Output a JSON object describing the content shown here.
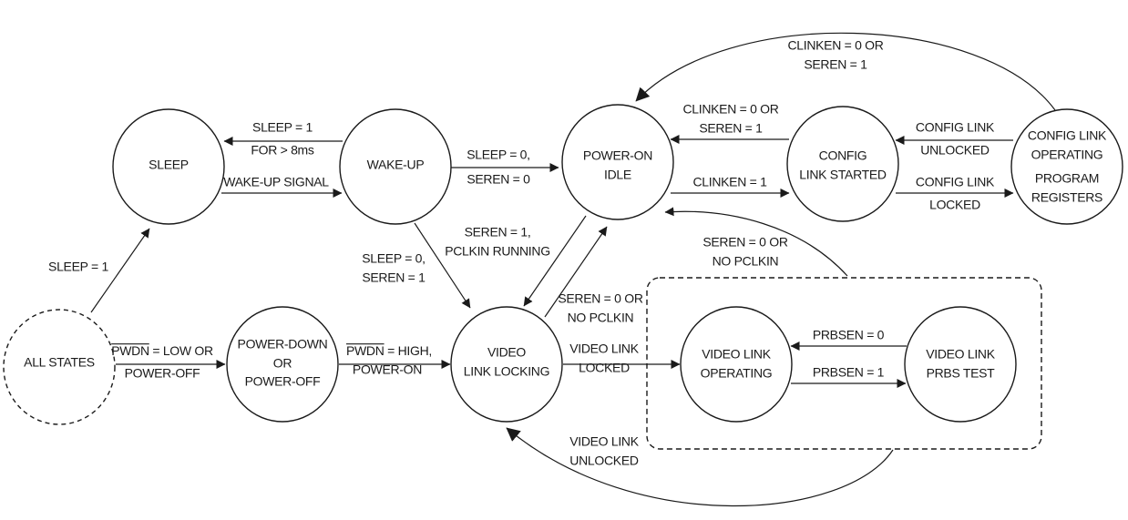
{
  "states": {
    "all_states": "ALL STATES",
    "sleep": "SLEEP",
    "wake_up": "WAKE-UP",
    "power_on_idle": [
      "POWER-ON",
      "IDLE"
    ],
    "config_link_started": [
      "CONFIG",
      "LINK STARTED"
    ],
    "config_link_operating": [
      "CONFIG LINK",
      "OPERATING",
      "PROGRAM",
      "REGISTERS"
    ],
    "power_down": [
      "POWER-DOWN",
      "OR",
      "POWER-OFF"
    ],
    "video_link_locking": [
      "VIDEO",
      "LINK LOCKING"
    ],
    "video_link_operating": [
      "VIDEO LINK",
      "OPERATING"
    ],
    "video_link_prbs_test": [
      "VIDEO LINK",
      "PRBS TEST"
    ]
  },
  "transitions": {
    "all_to_sleep": [
      "SLEEP = 1"
    ],
    "wake_to_sleep": [
      "SLEEP = 1",
      "FOR > 8ms"
    ],
    "sleep_to_wake": [
      "WAKE-UP SIGNAL"
    ],
    "wake_to_idle": [
      "SLEEP = 0,",
      "SEREN = 0"
    ],
    "wake_to_locking": [
      "SLEEP = 0,",
      "SEREN = 1"
    ],
    "idle_to_locking": [
      "SEREN = 1,",
      "PCLKIN RUNNING"
    ],
    "locking_to_idle": [
      "SEREN = 0 OR",
      "NO PCLKIN"
    ],
    "group_to_idle": [
      "SEREN = 0 OR",
      "NO PCLKIN"
    ],
    "config_operating_to_idle": [
      "CLINKEN = 0 OR",
      "SEREN = 1"
    ],
    "config_started_to_idle": [
      "CLINKEN = 0 OR",
      "SEREN = 1"
    ],
    "idle_to_config_started": [
      "CLINKEN = 1"
    ],
    "config_unlocked": [
      "CONFIG LINK",
      "UNLOCKED"
    ],
    "config_locked": [
      "CONFIG LINK",
      "LOCKED"
    ],
    "all_to_power_down": {
      "signal": "PWDN",
      "rest": " = LOW OR",
      "line2": "POWER-OFF"
    },
    "power_down_to_locking": {
      "signal": "PWDN",
      "rest": " = HIGH,",
      "line2": "POWER-ON"
    },
    "locking_to_operating": [
      "VIDEO LINK",
      "LOCKED"
    ],
    "prbs_to_operating": [
      "PRBSEN = 0"
    ],
    "operating_to_prbs": [
      "PRBSEN = 1"
    ],
    "group_to_locking": [
      "VIDEO LINK",
      "UNLOCKED"
    ]
  }
}
